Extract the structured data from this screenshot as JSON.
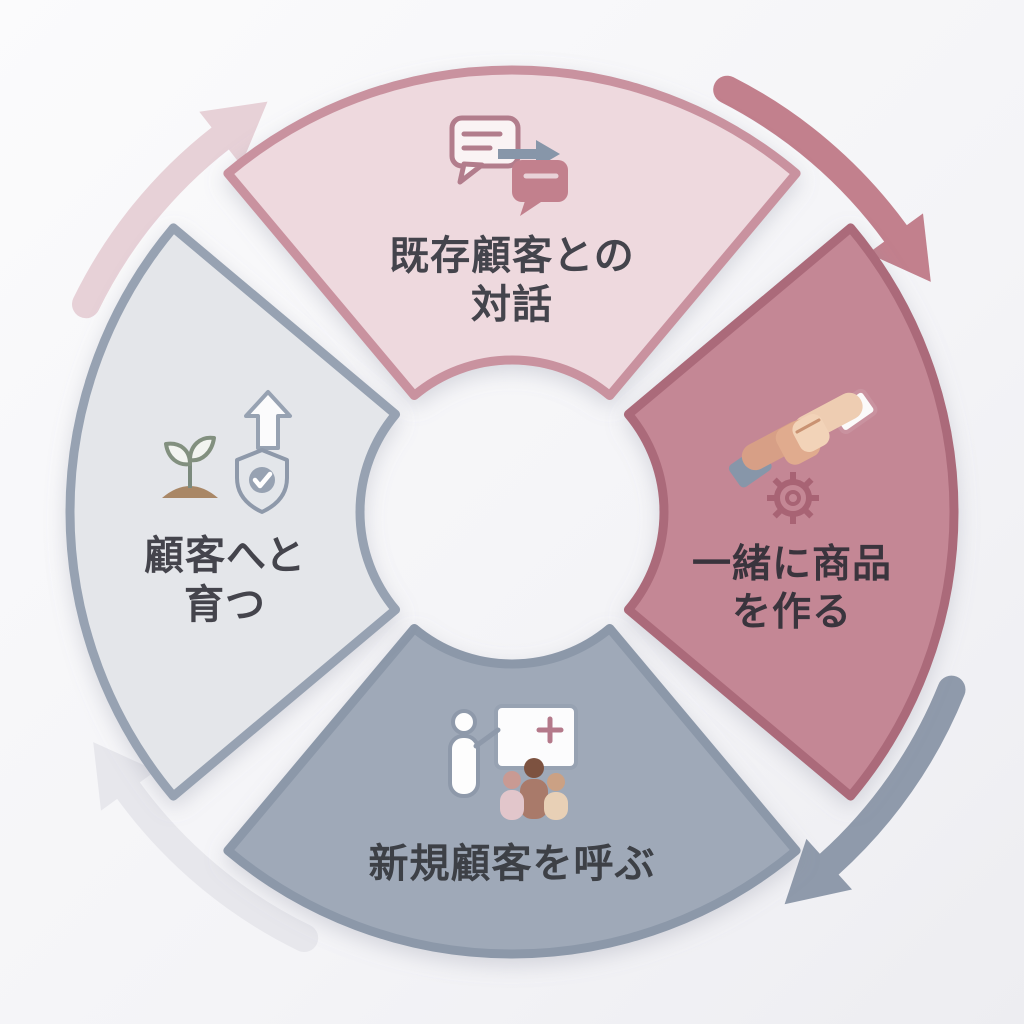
{
  "diagram": {
    "type": "cycle",
    "background": "#f5f5f8",
    "segments": [
      {
        "id": "top",
        "label_lines": [
          "既存顧客との",
          "対話"
        ],
        "icon": "chat-exchange-icon",
        "fill": "#eed9de",
        "stroke": "#c9929f",
        "text_color": "#44444c"
      },
      {
        "id": "right",
        "label_lines": [
          "一緒に商品",
          "を作る"
        ],
        "icon": "handshake-gear-icon",
        "fill": "#c48795",
        "stroke": "#ab6b7a",
        "text_color": "#3a343d"
      },
      {
        "id": "bottom",
        "label_lines": [
          "新規顧客を呼ぶ"
        ],
        "icon": "presentation-icon",
        "fill": "#9fa9b8",
        "stroke": "#8c98a9",
        "text_color": "#3d4046"
      },
      {
        "id": "left",
        "label_lines": [
          "顧客へと",
          "育つ"
        ],
        "icon": "growth-shield-icon",
        "fill": "#e4e6ea",
        "stroke": "#97a2b2",
        "text_color": "#44444c"
      }
    ],
    "arrows": [
      {
        "id": "top-to-right",
        "direction": "clockwise",
        "color": "#c2808d"
      },
      {
        "id": "right-to-bottom",
        "direction": "clockwise",
        "color": "#8f9aab"
      },
      {
        "id": "bottom-to-left",
        "direction": "clockwise",
        "color": "#e7e7ec"
      },
      {
        "id": "left-to-top",
        "direction": "clockwise",
        "color": "#e7d1d7"
      }
    ]
  }
}
